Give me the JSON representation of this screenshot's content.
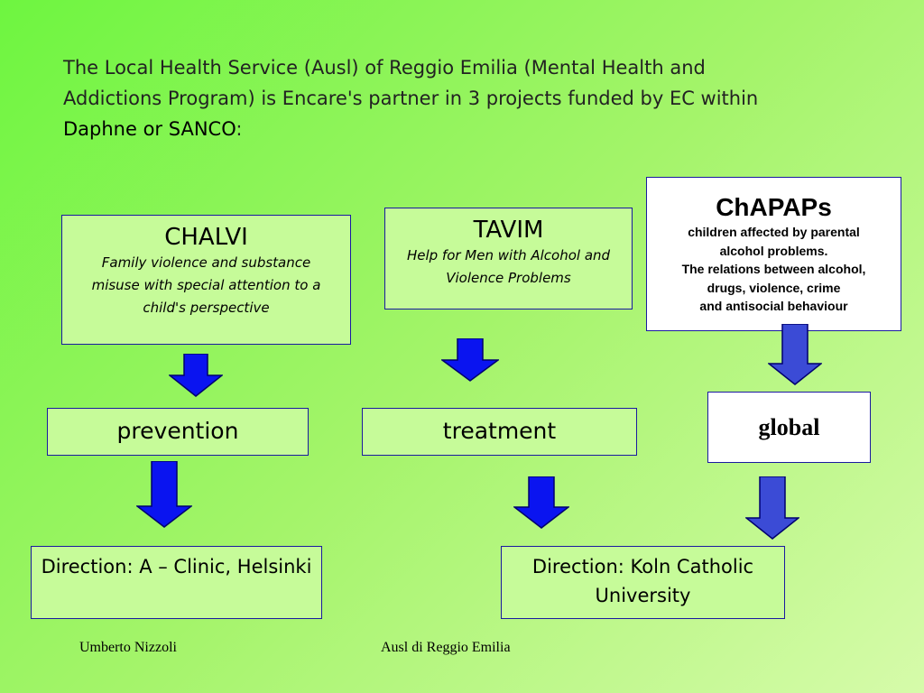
{
  "intro": {
    "line1": "The Local Health Service (Ausl) of  Reggio Emilia (Mental Health and",
    "line2": "Addictions Program) is Encare's partner in 3 projects funded by EC within",
    "highlight": "Daphne or SANCO",
    "suffix": ":"
  },
  "projects": {
    "chalvi": {
      "title": "CHALVI",
      "subtitle": "Family violence and substance misuse with special attention to a child's perspective",
      "category": "prevention",
      "direction": "Direction: A – Clinic, Helsinki"
    },
    "tavim": {
      "title": "TAVIM",
      "subtitle": "Help for Men with Alcohol and Violence Problems",
      "category": "treatment"
    },
    "chapaps": {
      "title": "ChAPAPs",
      "subtitle_lines": [
        "children affected by parental",
        "alcohol problems.",
        "The relations between alcohol,",
        "drugs, violence, crime",
        "and antisocial behaviour"
      ],
      "category": "global"
    },
    "shared_direction": "Direction: Koln Catholic University"
  },
  "footer": {
    "author": "Umberto Nizzoli",
    "organization": "Ausl di Reggio Emilia"
  },
  "colors": {
    "box_border": "#1a1aa0",
    "box_fill": "#c6fb99",
    "arrow_fill": "#0a14f0",
    "arrow_soft_fill": "#3b4bd6"
  }
}
